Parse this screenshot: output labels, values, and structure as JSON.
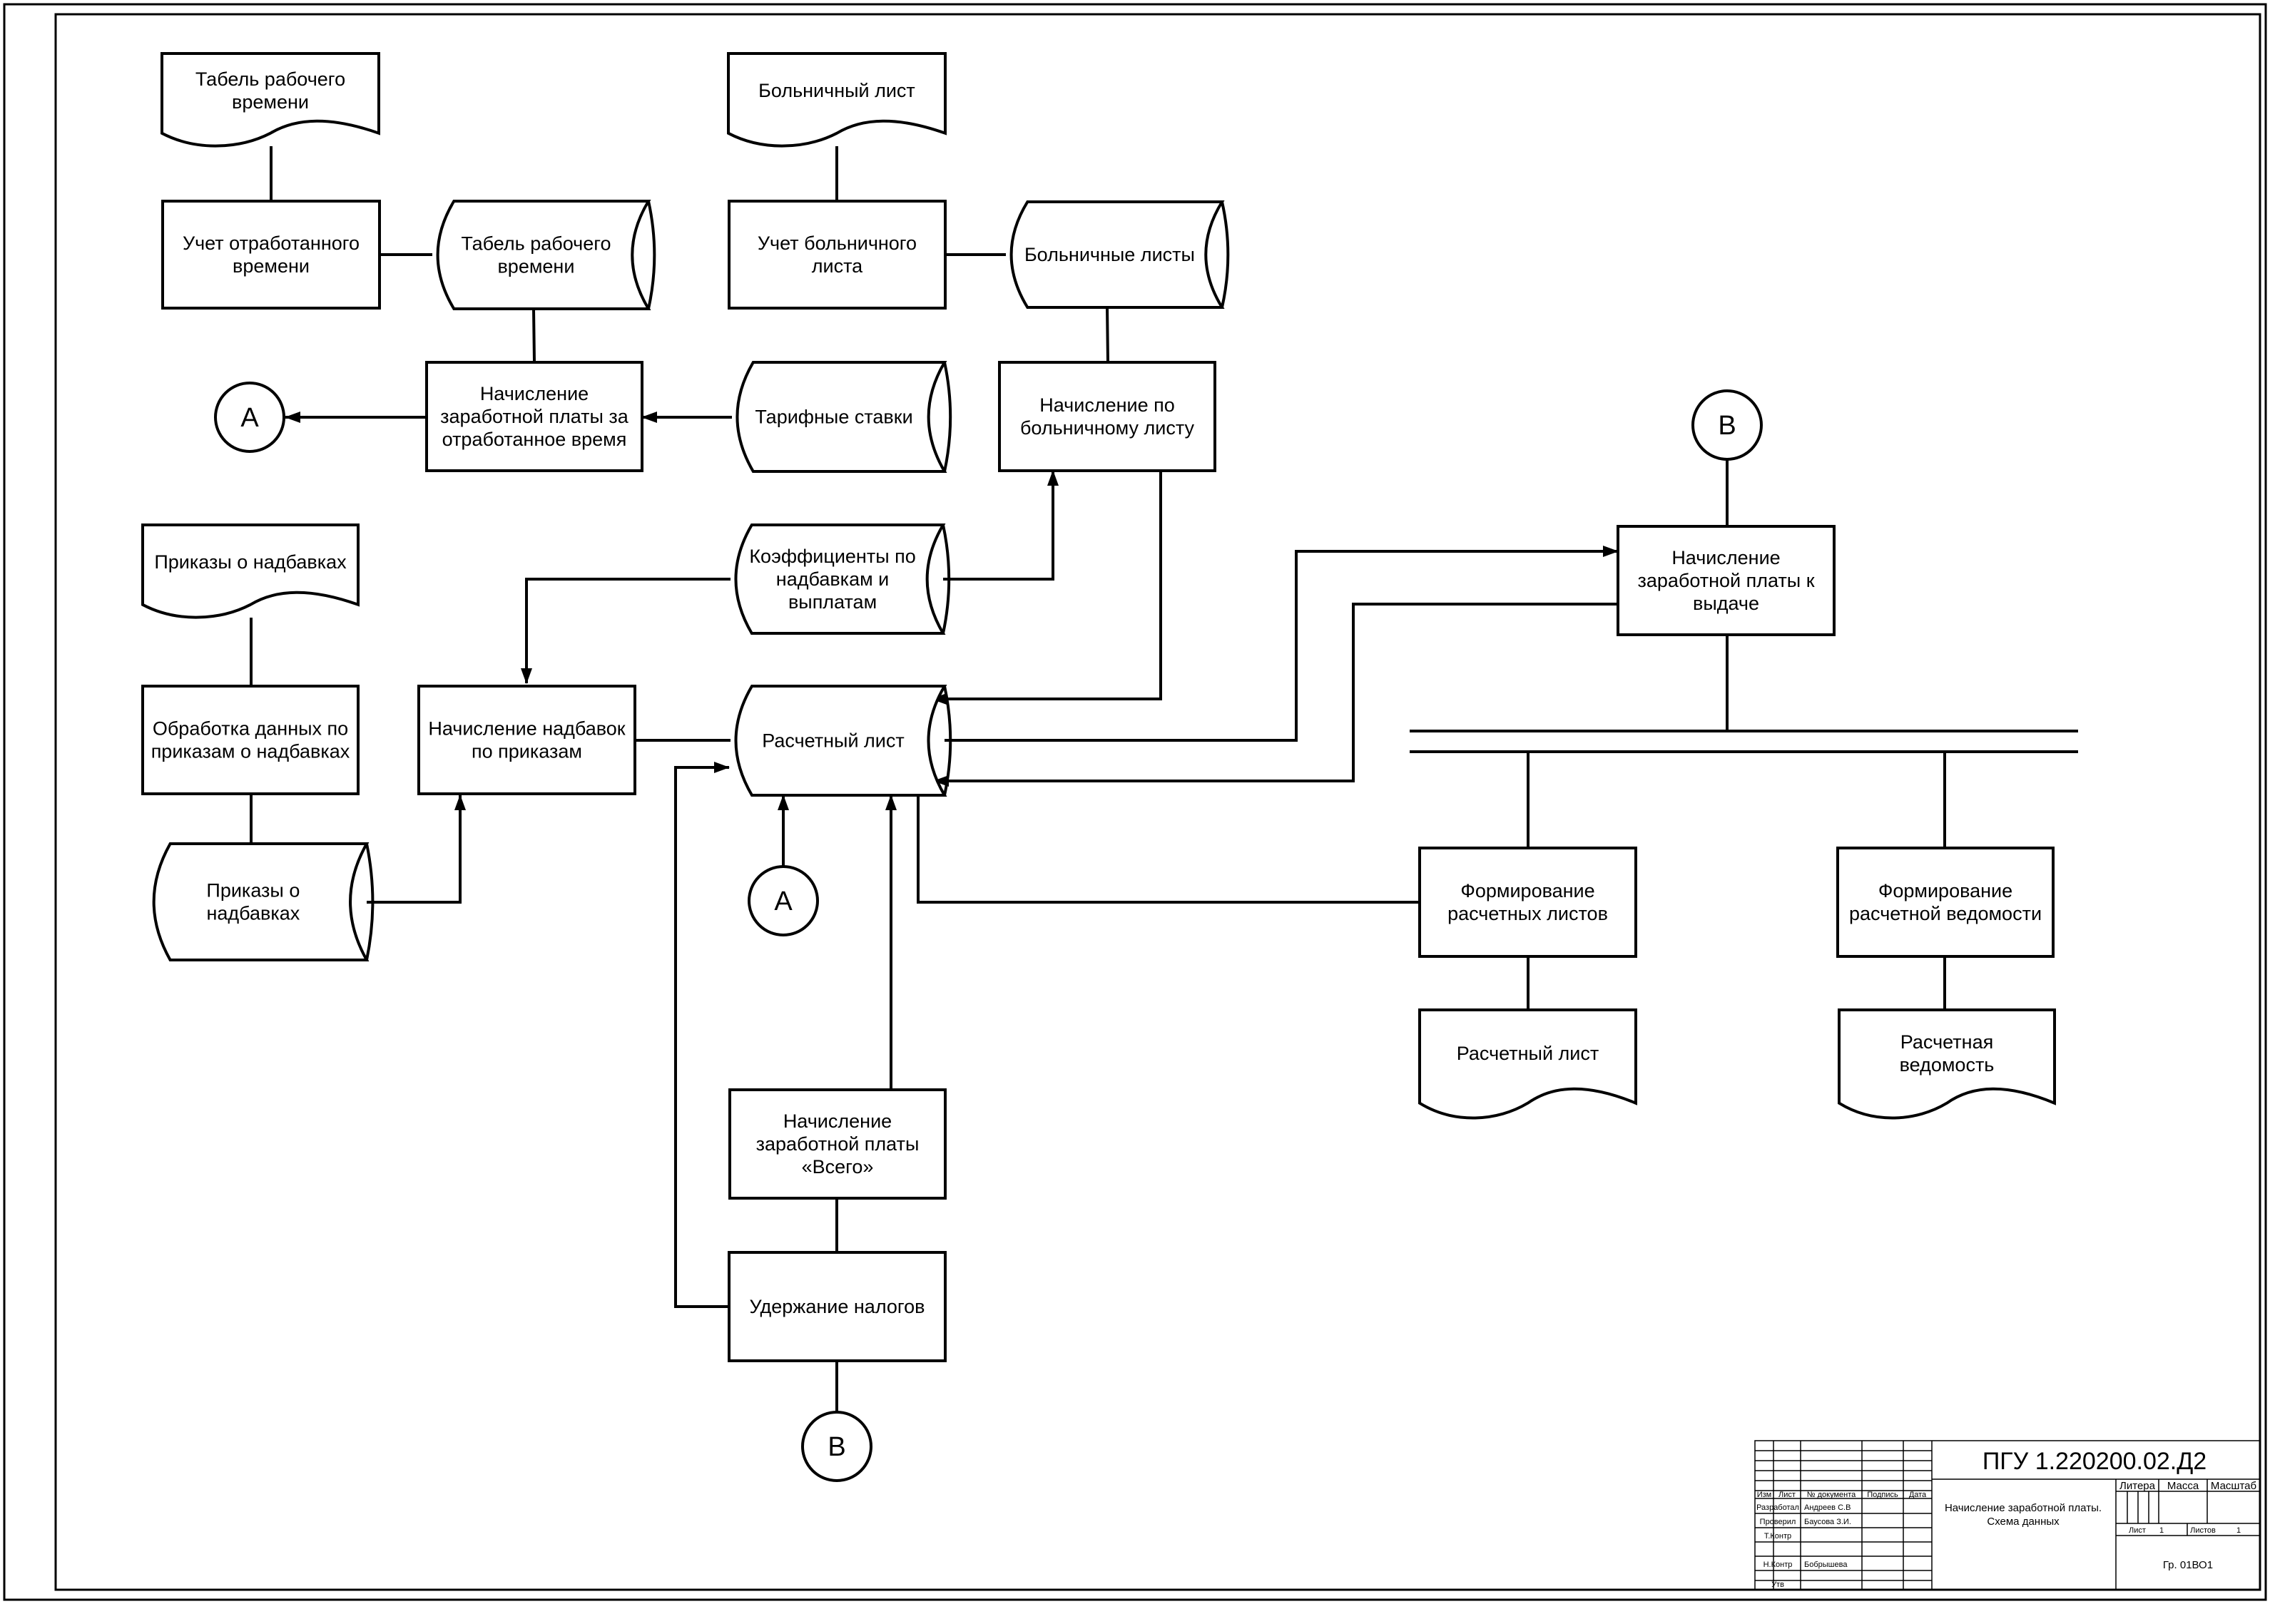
{
  "diagram": {
    "nodes": {
      "tabel_doc": {
        "lines": [
          "Табель рабочего",
          "времени"
        ]
      },
      "uchet_otrab": {
        "lines": [
          "Учет отработанного",
          "времени"
        ]
      },
      "tabel_store": {
        "lines": [
          "Табель рабочего",
          "времени"
        ]
      },
      "nach_otrab": {
        "lines": [
          "Начисление",
          "заработной платы за",
          "отработанное время"
        ]
      },
      "tarif_store": {
        "lines": [
          "Тарифные ставки"
        ]
      },
      "bol_doc": {
        "lines": [
          "Больничный лист"
        ]
      },
      "uchet_bol": {
        "lines": [
          "Учет больничного",
          "листа"
        ]
      },
      "bol_store": {
        "lines": [
          "Больничные листы"
        ]
      },
      "nach_bol": {
        "lines": [
          "Начисление по",
          "больничному листу"
        ]
      },
      "koef_store": {
        "lines": [
          "Коэффициенты по",
          "надбавкам и",
          "выплатам"
        ]
      },
      "prikazy_doc": {
        "lines": [
          "Приказы о надбавках"
        ]
      },
      "obrab": {
        "lines": [
          "Обработка данных по",
          "приказам о надбавках"
        ]
      },
      "prikazy_store": {
        "lines": [
          "Приказы о",
          "надбавках"
        ]
      },
      "nach_nadb": {
        "lines": [
          "Начисление надбавок",
          "по приказам"
        ]
      },
      "raschet_store": {
        "lines": [
          "Расчетный лист"
        ]
      },
      "nach_vsego": {
        "lines": [
          "Начисление",
          "заработной платы",
          "«Всего»"
        ]
      },
      "uderzh": {
        "lines": [
          "Удержание налогов"
        ]
      },
      "nach_vydacha": {
        "lines": [
          "Начисление",
          "заработной платы к",
          "выдаче"
        ]
      },
      "form_listov": {
        "lines": [
          "Формирование",
          "расчетных листов"
        ]
      },
      "form_ved": {
        "lines": [
          "Формирование",
          "расчетной ведомости"
        ]
      },
      "raschet_doc": {
        "lines": [
          "Расчетный лист"
        ]
      },
      "ved_doc": {
        "lines": [
          "Расчетная",
          "ведомость"
        ]
      }
    },
    "connectors": {
      "a_left": "A",
      "a_bottom": "A",
      "b_bottom": "B",
      "b_top": "B"
    }
  },
  "title_block": {
    "designation": "ПГУ 1.220200.02.Д2",
    "name_lines": [
      "Начисление заработной платы.",
      "Схема данных"
    ],
    "cols": {
      "izm": "Изм",
      "list": "Лист",
      "doc": "№ документа",
      "podpis": "Подпись",
      "data": "Дата"
    },
    "roles": {
      "razrab": "Разработал",
      "proveril": "Проверил",
      "tkontr": "Т.Контр",
      "nkontr": "Н.Контр",
      "utv": "Утв"
    },
    "people": {
      "razrab": "Андреев С.В",
      "proveril": "Баусова З.И.",
      "nkontr": "Бобрышева"
    },
    "litera": "Литера",
    "massa": "Масса",
    "masshtab": "Масштаб",
    "sheet_label": "Лист",
    "sheet_value": "1",
    "sheets_label": "Листов",
    "sheets_value": "1",
    "group": "Гр. 01ВО1"
  }
}
